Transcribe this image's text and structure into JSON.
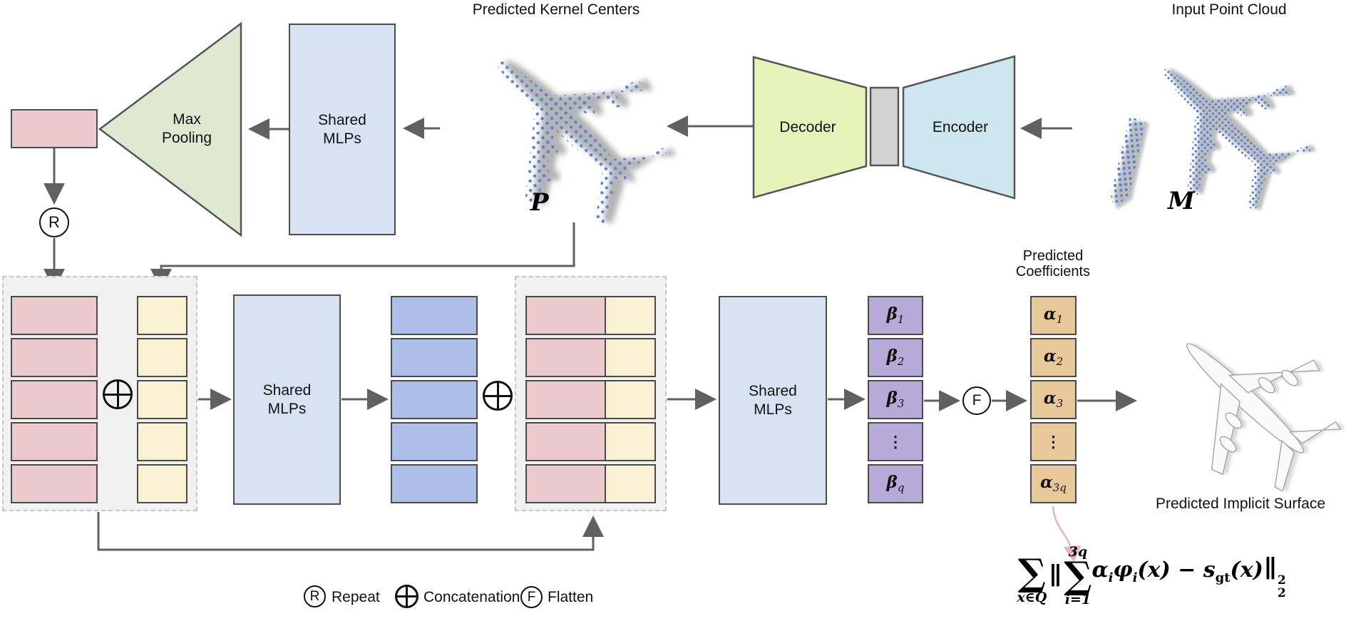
{
  "labels": {
    "predicted_kernel_centers": "Predicted Kernel Centers",
    "input_point_cloud": "Input Point Cloud",
    "predicted_coefficients_1": "Predicted",
    "predicted_coefficients_2": "Coefficients",
    "predicted_implicit_surface": "Predicted Implicit Surface",
    "p_set": "P",
    "m_set": "M"
  },
  "blocks": {
    "max_pooling": "Max Pooling",
    "shared_mlps": "Shared MLPs",
    "decoder": "Decoder",
    "encoder": "Encoder"
  },
  "operators": {
    "repeat": "R",
    "flatten": "F"
  },
  "beta_stack": {
    "rows": [
      {
        "sym": "β",
        "sub": "1"
      },
      {
        "sym": "β",
        "sub": "2"
      },
      {
        "sym": "β",
        "sub": "3"
      },
      {
        "dots": "⋮"
      },
      {
        "sym": "β",
        "sub": "q"
      }
    ]
  },
  "alpha_stack": {
    "rows": [
      {
        "sym": "α",
        "sub": "1"
      },
      {
        "sym": "α",
        "sub": "2"
      },
      {
        "sym": "α",
        "sub": "3"
      },
      {
        "dots": "⋮"
      },
      {
        "sym": "α",
        "sub": "3q"
      }
    ]
  },
  "legend": {
    "repeat_symbol": "R",
    "repeat_label": "Repeat",
    "concatenation_label": "Concatenation",
    "flatten_symbol": "F",
    "flatten_label": "Flatten"
  },
  "formula": {
    "outer_sum": "∑",
    "outer_sub_var": "x",
    "outer_sub_in": "∈",
    "outer_sub_set": "Q",
    "norm_open": "∥",
    "inner_sup": "3q",
    "inner_sum": "∑",
    "inner_sub": "i=1",
    "alpha": "α",
    "alpha_sub": "i",
    "phi": "φ",
    "phi_sub": "i",
    "arg1": "(x)",
    "minus": "−",
    "s": "s",
    "s_sub": "gt",
    "arg2": "(x)",
    "norm_close": "∥",
    "sup2": "2",
    "sub2": "2"
  },
  "colors": {
    "points_blue": "#5b84d4",
    "arrow_gray": "#606060",
    "pink": "#ecc9cd",
    "yellow": "#f8f2d2",
    "light_blue_box": "#d7e2f3",
    "periwinkle": "#adbfe9",
    "purple": "#b6abd8",
    "tan": "#e6c89a",
    "maxpool_green": "#dee9d2",
    "decoder_green": "#e8f2bb",
    "encoder_blue": "#cde6f0",
    "bottleneck_gray": "#d2d2d2",
    "skip_curve_pink": "#e3b7bb"
  }
}
